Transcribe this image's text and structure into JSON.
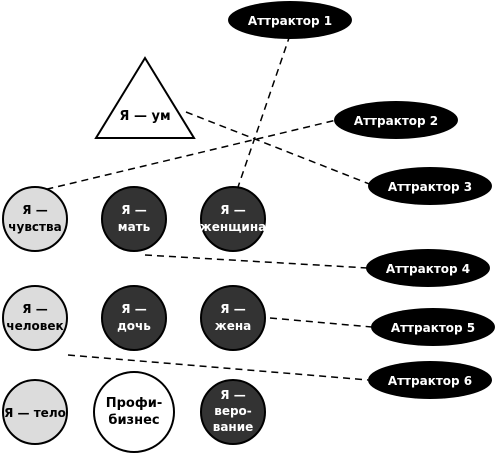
{
  "diagram": {
    "triangle": {
      "label": "Я — ум"
    },
    "attractors": [
      {
        "label": "Аттрактор 1"
      },
      {
        "label": "Аттрактор 2"
      },
      {
        "label": "Аттрактор 3"
      },
      {
        "label": "Аттрактор 4"
      },
      {
        "label": "Аттрактор 5"
      },
      {
        "label": "Аттрактор 6"
      }
    ],
    "circles": [
      {
        "line1": "Я —",
        "line2": "чувства",
        "fill": "light"
      },
      {
        "line1": "Я —",
        "line2": "мать",
        "fill": "dark"
      },
      {
        "line1": "Я —",
        "line2": "женщина",
        "fill": "dark"
      },
      {
        "line1": "Я —",
        "line2": "человек",
        "fill": "light"
      },
      {
        "line1": "Я —",
        "line2": "дочь",
        "fill": "dark"
      },
      {
        "line1": "Я —",
        "line2": "жена",
        "fill": "dark"
      },
      {
        "line1": "Я — тело",
        "line2": "",
        "fill": "light"
      },
      {
        "line1": "Профи-",
        "line2": "бизнес",
        "fill": "white"
      },
      {
        "line1": "Я —",
        "line2": "веро-",
        "line3": "вание",
        "fill": "dark"
      }
    ]
  },
  "colors": {
    "light": "#dcdcdc",
    "dark": "#333333",
    "white": "#ffffff",
    "black": "#000000"
  }
}
